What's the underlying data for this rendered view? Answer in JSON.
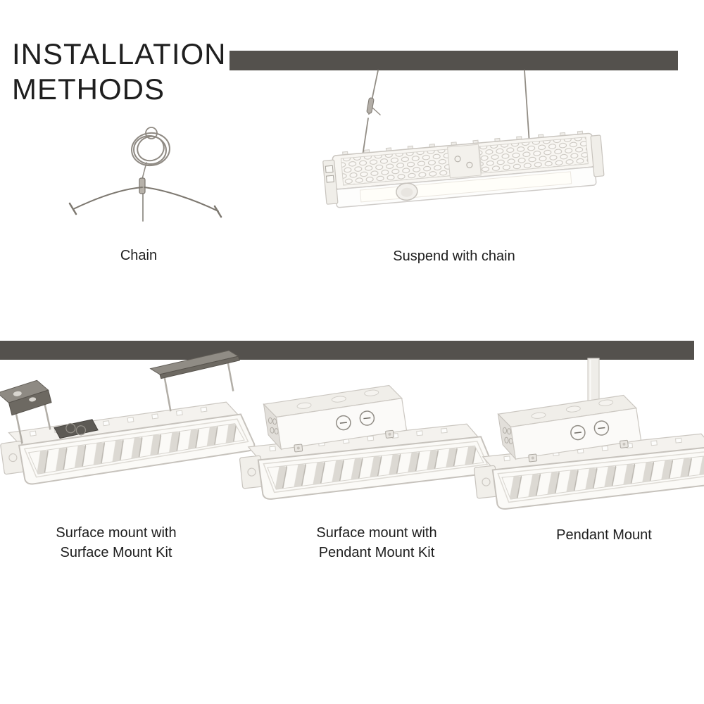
{
  "title": {
    "line1": "INSTALLATION",
    "line2": "METHODS"
  },
  "methods": {
    "chain": {
      "label": "Chain"
    },
    "suspend": {
      "label": "Suspend with chain"
    },
    "surface_kit": {
      "line1": "Surface mount with",
      "line2": "Surface Mount Kit"
    },
    "pendant_kit": {
      "line1": "Surface mount with",
      "line2": "Pendant Mount Kit"
    },
    "pendant": {
      "label": "Pendant Mount"
    }
  },
  "illustrations": {
    "ceiling_bar_top": "ceiling-mounting-surface",
    "ceiling_bar_middle": "ceiling-mounting-surface",
    "chain_kit": "chain-hanging-kit-illustration",
    "suspended_fixture": "high-bay-light-suspended-by-chain-illustration",
    "surface_mount_fixture": "fixture-with-surface-mount-brackets-illustration",
    "pendant_kit_fixture": "fixture-with-pendant-mount-junction-box-illustration",
    "pendant_fixture": "fixture-with-pendant-pole-illustration"
  },
  "colors": {
    "background": "#ffffff",
    "ceiling_bar": "#54514d",
    "title_text": "#1f1f1f",
    "caption_text": "#1d1d1d",
    "fixture_body": "#f8f6f2",
    "fixture_outline": "#c9c5bf",
    "metal_bracket": "#8e8a83",
    "dark_plate": "#5d5a55",
    "cable": "#928d85"
  }
}
